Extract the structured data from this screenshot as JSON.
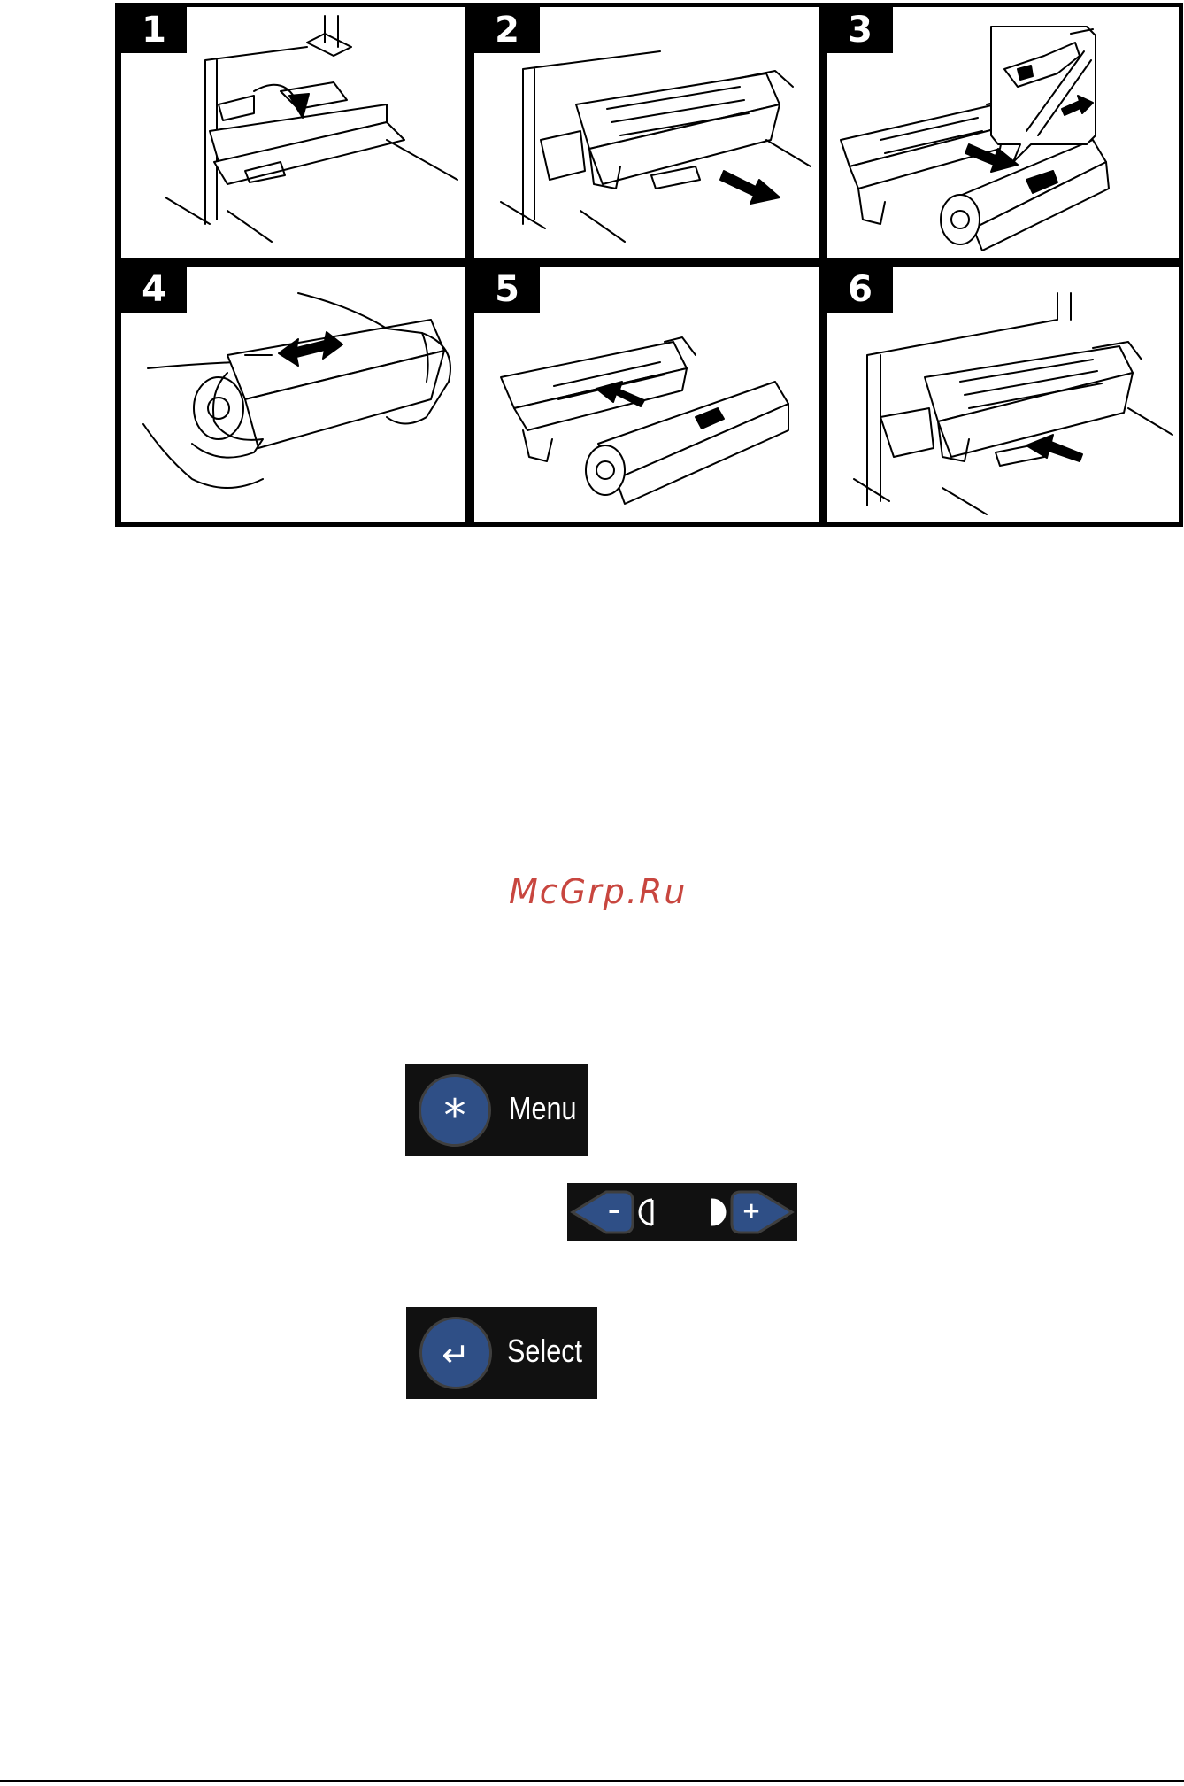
{
  "steps": [
    {
      "number": "1",
      "illustration": "open-front-cover"
    },
    {
      "number": "2",
      "illustration": "pull-out-drum-unit"
    },
    {
      "number": "3",
      "illustration": "release-toner-lever"
    },
    {
      "number": "4",
      "illustration": "shake-toner-cartridge"
    },
    {
      "number": "5",
      "illustration": "insert-toner-into-drum"
    },
    {
      "number": "6",
      "illustration": "push-drum-unit-back"
    }
  ],
  "watermark": "McGrp.Ru",
  "buttons": {
    "menu": {
      "label": "Menu",
      "icon": "asterisk-icon"
    },
    "adjust": {
      "minus_symbol": "–",
      "plus_symbol": "+",
      "icons": [
        "minus-arrow-icon",
        "light-icon",
        "dark-icon",
        "plus-arrow-icon"
      ]
    },
    "select": {
      "label": "Select",
      "icon": "enter-icon"
    }
  },
  "colors": {
    "button_face": "#2f4f86",
    "keycap": "#111111",
    "watermark": "#c8463f"
  }
}
